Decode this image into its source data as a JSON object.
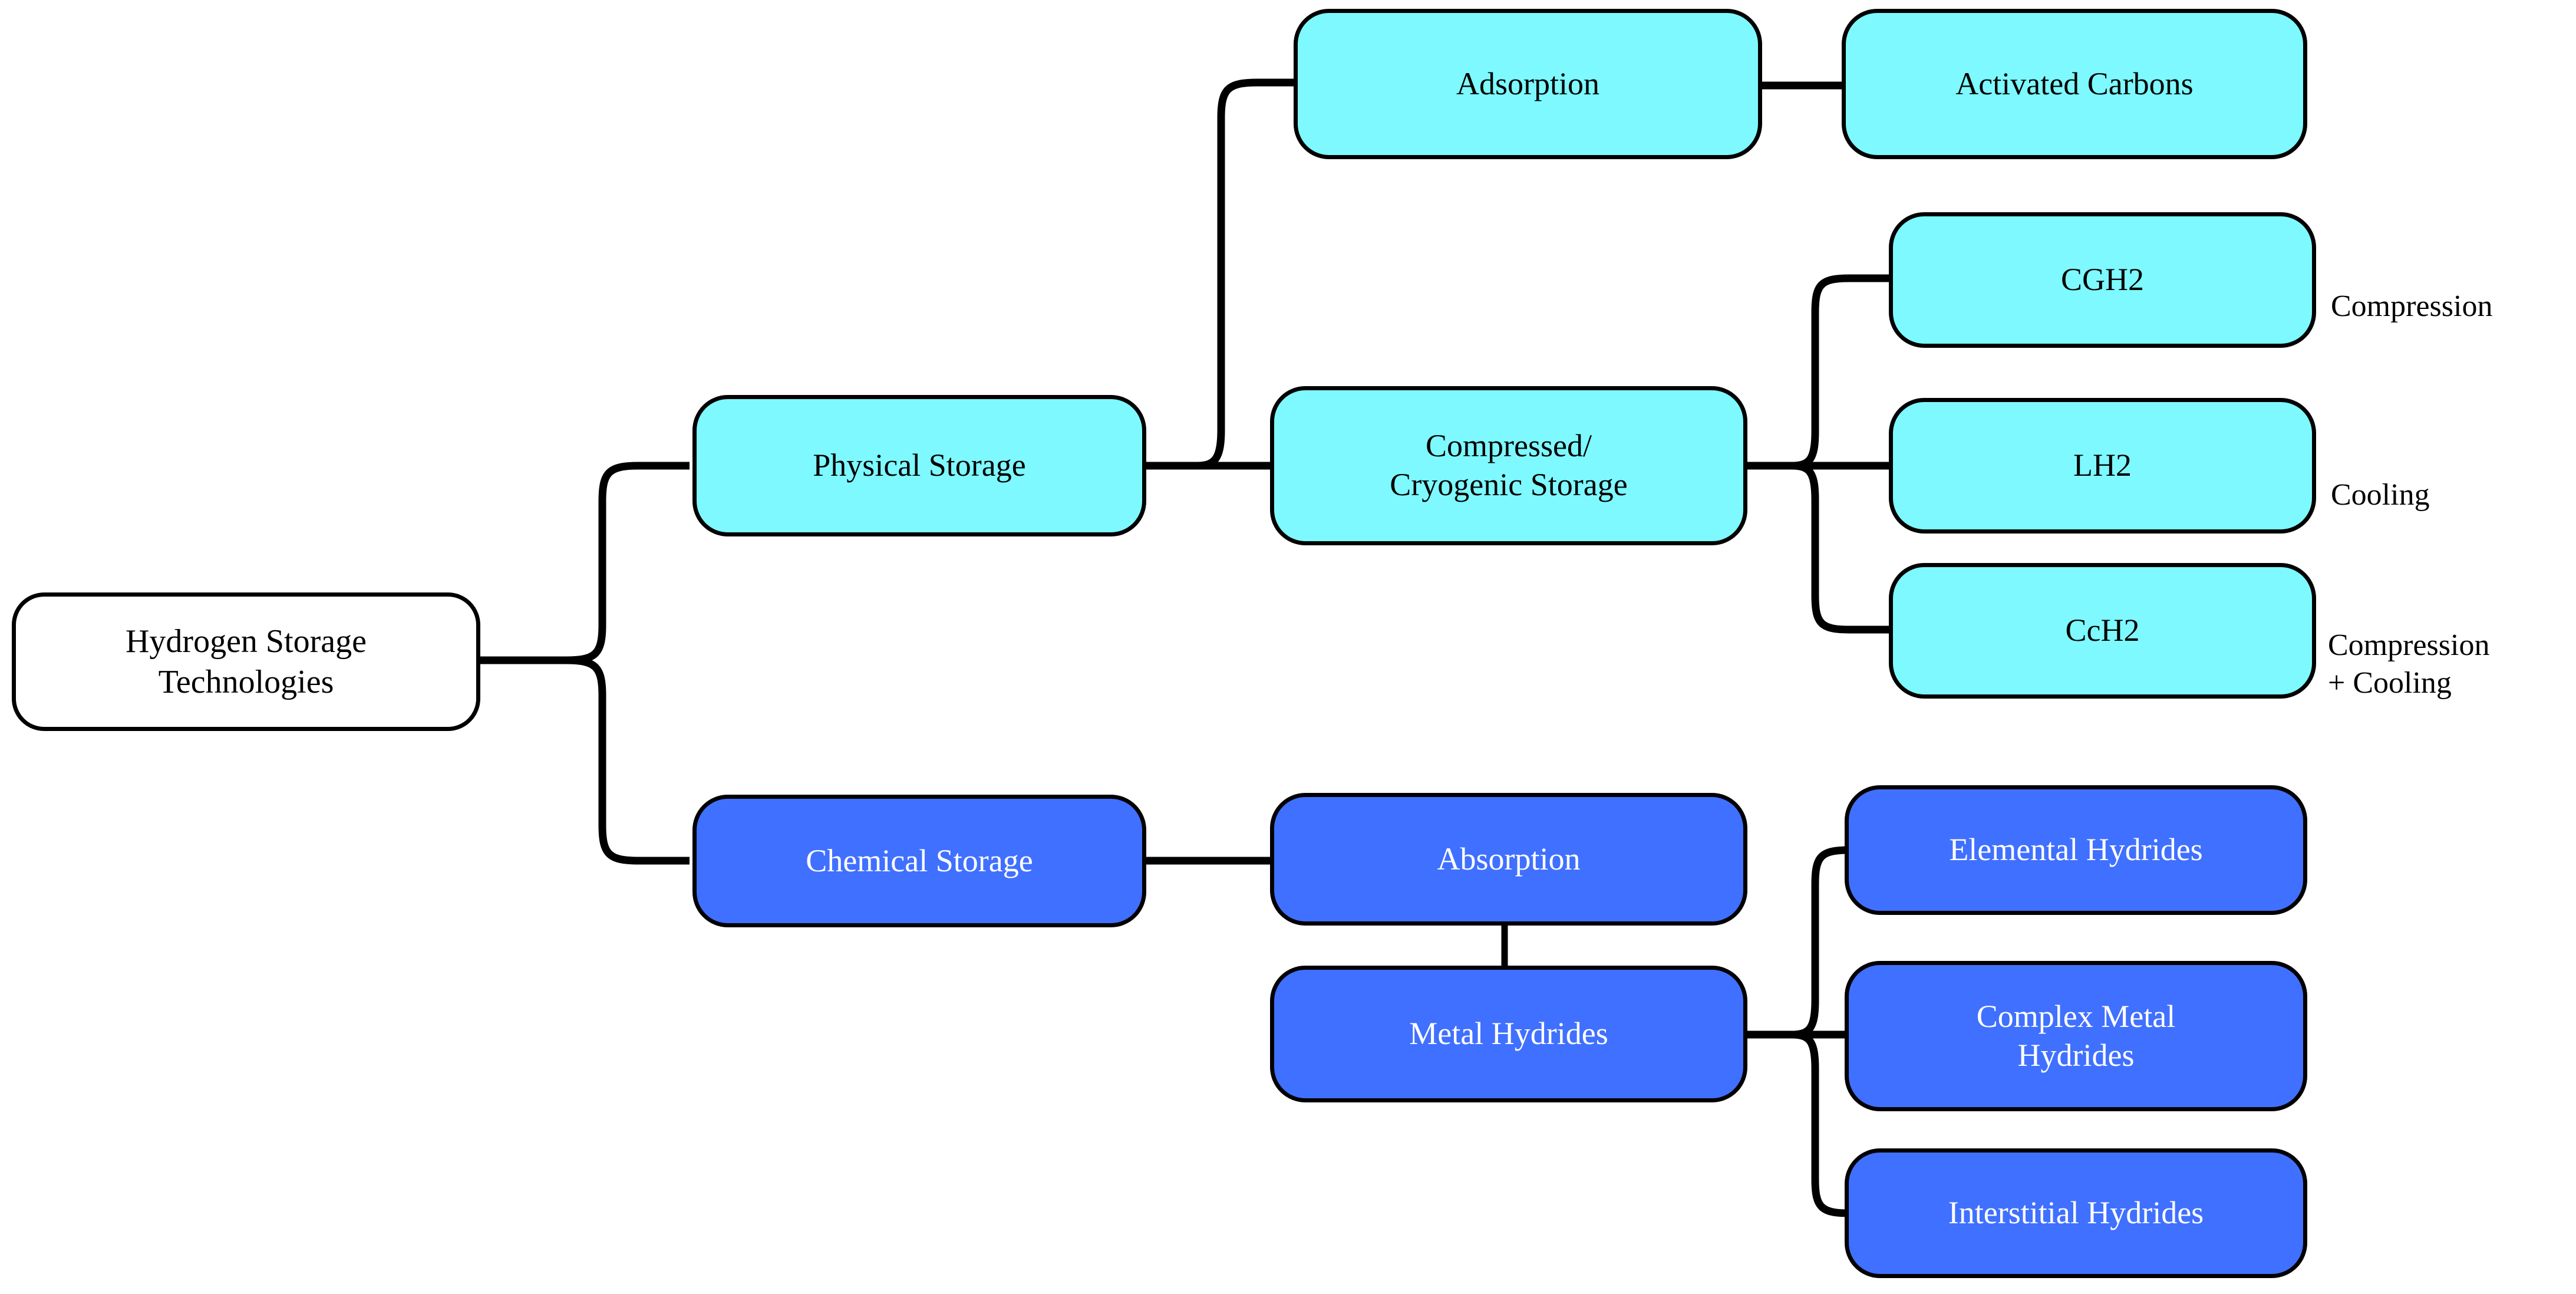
{
  "diagram": {
    "title": "Hydrogen Storage Technologies",
    "type": "tree",
    "colors": {
      "root_fill": "#ffffff",
      "physical_fill": "#7df9ff",
      "chemical_fill": "#4070ff",
      "stroke": "#000000",
      "physical_text": "#000000",
      "chemical_text": "#ffffff"
    }
  },
  "nodes": {
    "root": "Hydrogen Storage\nTechnologies",
    "physical_storage": "Physical Storage",
    "adsorption": "Adsorption",
    "activated_carbons": "Activated Carbons",
    "compressed_cryogenic": "Compressed/\nCryogenic Storage",
    "cgh2": "CGH2",
    "lh2": "LH2",
    "cch2": "CcH2",
    "chemical_storage": "Chemical Storage",
    "absorption": "Absorption",
    "metal_hydrides": "Metal Hydrides",
    "elemental_hydrides": "Elemental Hydrides",
    "complex_metal_hydrides": "Complex Metal\nHydrides",
    "interstitial_hydrides": "Interstitial Hydrides"
  },
  "annotations": {
    "cgh2_process": "Compression",
    "lh2_process": "Cooling",
    "cch2_process": "Compression\n+ Cooling"
  },
  "edges": [
    {
      "from": "root",
      "to": "physical_storage"
    },
    {
      "from": "root",
      "to": "chemical_storage"
    },
    {
      "from": "physical_storage",
      "to": "adsorption"
    },
    {
      "from": "physical_storage",
      "to": "compressed_cryogenic"
    },
    {
      "from": "adsorption",
      "to": "activated_carbons"
    },
    {
      "from": "compressed_cryogenic",
      "to": "cgh2"
    },
    {
      "from": "compressed_cryogenic",
      "to": "lh2"
    },
    {
      "from": "compressed_cryogenic",
      "to": "cch2"
    },
    {
      "from": "chemical_storage",
      "to": "absorption"
    },
    {
      "from": "absorption",
      "to": "metal_hydrides"
    },
    {
      "from": "metal_hydrides",
      "to": "elemental_hydrides"
    },
    {
      "from": "metal_hydrides",
      "to": "complex_metal_hydrides"
    },
    {
      "from": "metal_hydrides",
      "to": "interstitial_hydrides"
    }
  ]
}
